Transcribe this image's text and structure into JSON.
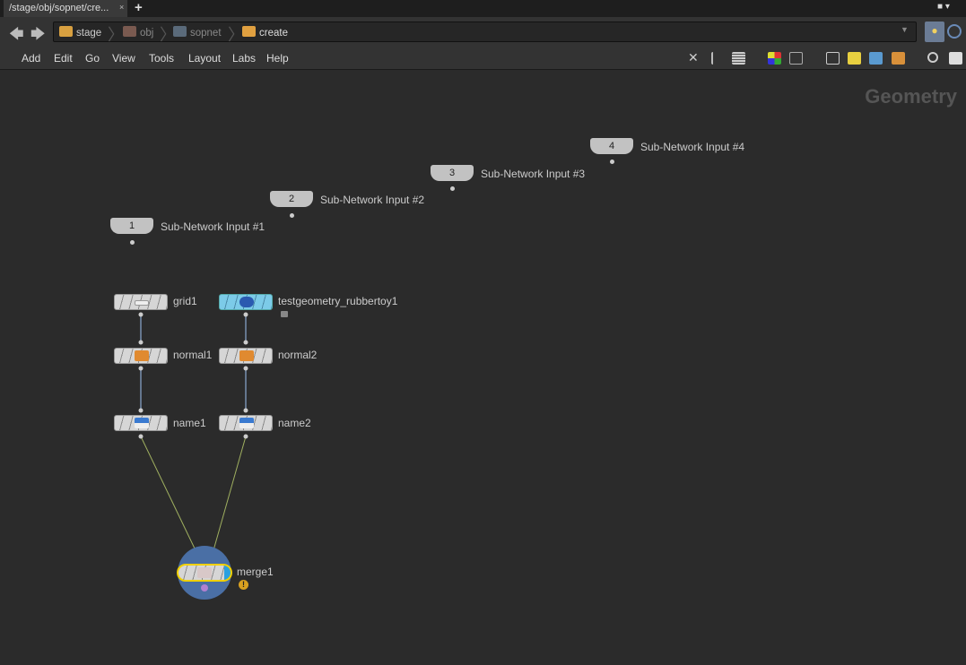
{
  "tab": {
    "title": "/stage/obj/sopnet/cre...",
    "close": "×",
    "new": "+"
  },
  "window": {
    "controls": "■ ▾"
  },
  "nav": {
    "back": "🡄",
    "forward": "🡆"
  },
  "breadcrumb": [
    {
      "label": "stage",
      "color": "#d8a040"
    },
    {
      "label": "obj",
      "color": "#7a5a50"
    },
    {
      "label": "sopnet",
      "color": "#5a6a7a"
    },
    {
      "label": "create",
      "color": "#e0a040"
    }
  ],
  "menu": [
    "Add",
    "Edit",
    "Go",
    "View",
    "Tools",
    "Layout",
    "Labs",
    "Help"
  ],
  "toolbar_icons": [
    "tools-icon",
    "tree-icon",
    "list-icon",
    "color-palette-icon",
    "grid-view-icon",
    "network-box-icon",
    "sticky-note-icon",
    "add-image-icon",
    "subnet-box-icon",
    "search-icon",
    "eye-icon"
  ],
  "context_label": "Geometry",
  "sub_inputs": [
    {
      "num": "1",
      "label": "Sub-Network Input #1"
    },
    {
      "num": "2",
      "label": "Sub-Network Input #2"
    },
    {
      "num": "3",
      "label": "Sub-Network Input #3"
    },
    {
      "num": "4",
      "label": "Sub-Network Input #4"
    }
  ],
  "nodes": {
    "grid1": "grid1",
    "toy": "testgeometry_rubbertoy1",
    "normal1": "normal1",
    "normal2": "normal2",
    "name1": "name1",
    "name2": "name2",
    "merge1": "merge1"
  },
  "colors": {
    "wire": "#7890b0",
    "merge_wire": "#a0b060",
    "selected": "#f0d000",
    "toy_node": "#7ccbe8"
  }
}
